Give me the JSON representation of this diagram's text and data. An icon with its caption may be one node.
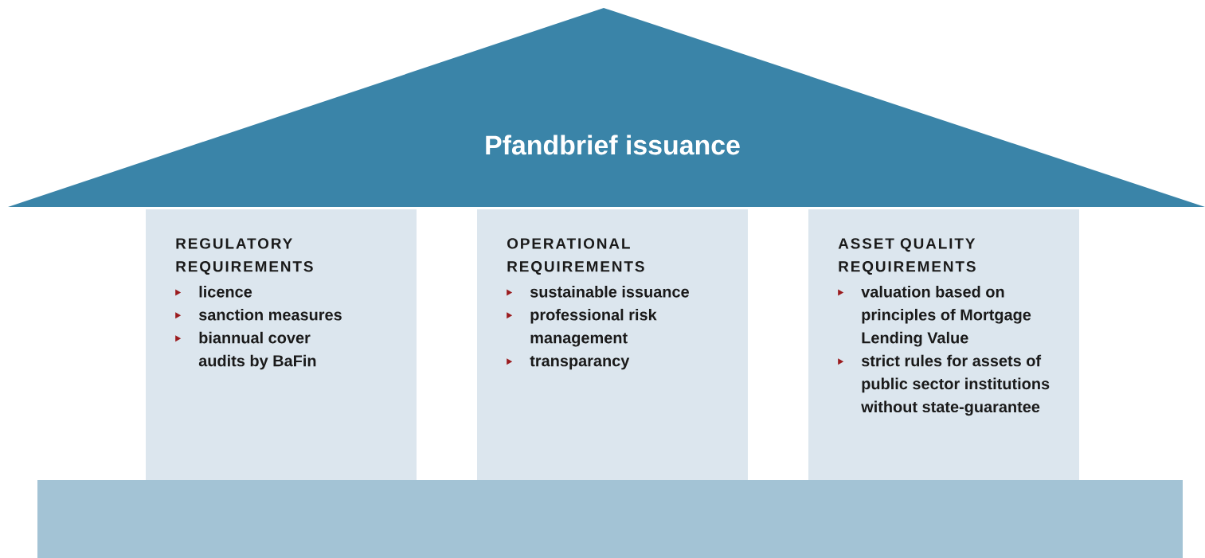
{
  "diagram": {
    "nodes": [
      {
        "text": [
          "Pfandbrief issuance"
        ]
      },
      {
        "text": [
          "REGULATORY REQUIREMENTS",
          "licence",
          "sanction measures",
          "biannual cover audits by BaFin"
        ]
      },
      {
        "text": [
          "OPERATIONAL REQUIREMENTS",
          "sustainable issuance",
          "professional risk management",
          "transparancy"
        ]
      },
      {
        "text": [
          "ASSET QUALITY REQUIREMENTS",
          "valuation based on principles of Mortgage Lending Value",
          "strict rules for assets of public sector institutions without state-guarantee"
        ]
      },
      {
        "text": [],
        "shape": "box"
      }
    ]
  }
}
